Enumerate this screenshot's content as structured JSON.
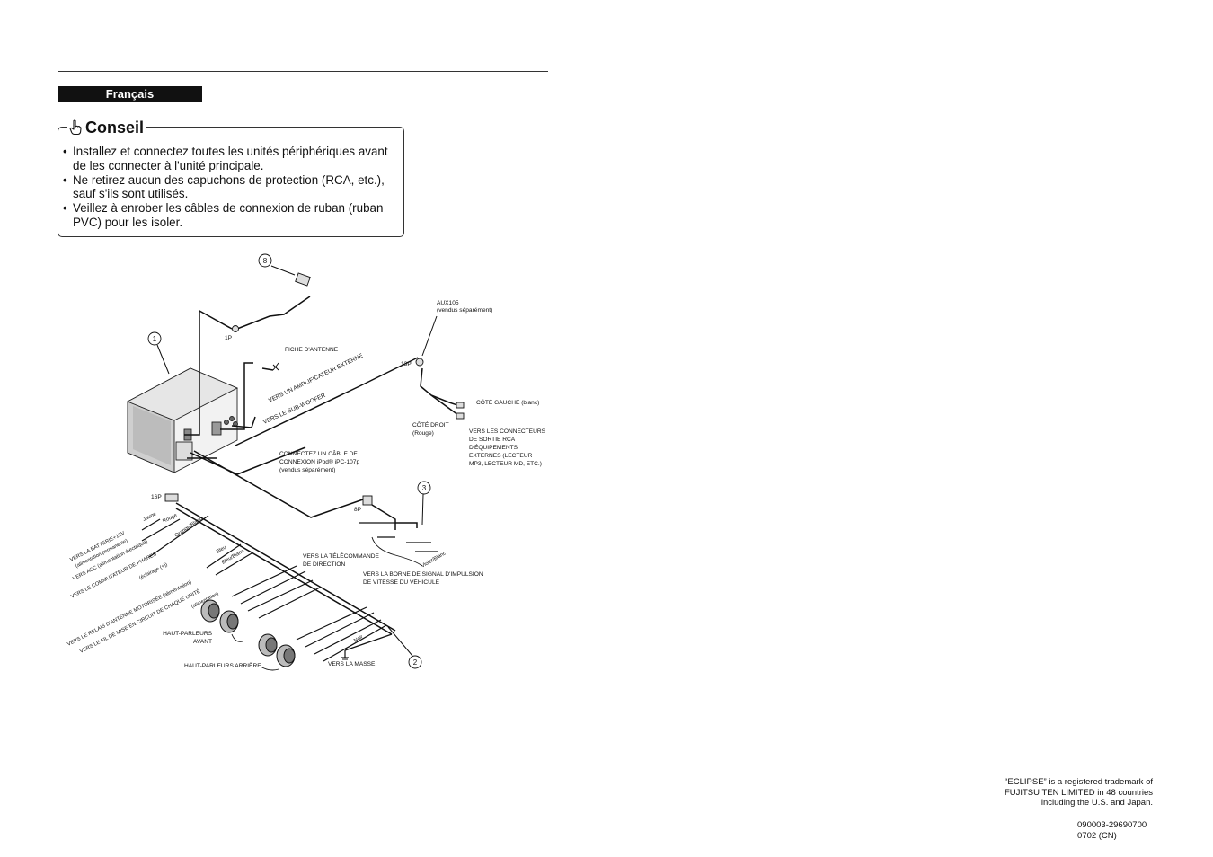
{
  "header": {
    "language": "Français"
  },
  "tip": {
    "title": "Conseil",
    "icon": "pointing-hand-icon",
    "items": [
      "Installez et connectez toutes les unités périphériques avant de les connecter à l'unité principale.",
      "Ne retirez aucun des capuchons de protection (RCA, etc.), sauf s'ils sont utilisés.",
      "Veillez à enrober les câbles de connexion de ruban (ruban PVC) pour les isoler."
    ]
  },
  "diagram": {
    "callouts": [
      "1",
      "2",
      "3",
      "8"
    ],
    "connectors": {
      "p1": "1P",
      "p13": "13P",
      "p16": "16P",
      "p8": "8P"
    },
    "labels": {
      "aux_model": "AUX105",
      "aux_sold": "(vendus séparément)",
      "antenna_plug": "FICHE D'ANTENNE",
      "ext_amp": "VERS UN AMPLIFICATEUR EXTERNE",
      "subwoofer": "VERS LE SUB-WOOFER",
      "left_side": "CÔTÉ GAUCHE (blanc)",
      "right_side_1": "CÔTÉ DROIT",
      "right_side_2": "(Rouge)",
      "rca_out_1": "VERS LES CONNECTEURS",
      "rca_out_2": "DE SORTIE RCA",
      "rca_out_3": "D'ÉQUIPEMENTS",
      "rca_out_4": "EXTERNES (LECTEUR",
      "rca_out_5": "MP3, LECTEUR MD, ETC.)",
      "ipod_1": "CONNECTEZ UN CÂBLE DE",
      "ipod_2": "CONNEXION iPod® iPC-107p",
      "ipod_3": "(vendus séparément)",
      "wire_yellow": "Jaune",
      "wire_red": "Rouge",
      "wire_orange": "Orange/Blanc",
      "wire_blue": "Bleu",
      "wire_blue_white": "Bleu/Blanc",
      "wire_violet": "Violet/Blanc",
      "wire_black": "Noir",
      "battery_1": "VERS LA BATTERIE+12V",
      "battery_2": "(alimentation permanente)",
      "acc": "VERS ACC (alimentation électrique)",
      "lights_1": "VERS LE COMMUTATEUR DE PHARES",
      "lights_2": "(éclairage (+))",
      "antenna_relay": "VERS LE RELAIS D'ANTENNE MOTORISÉE (alimentation)",
      "unit_power_1": "VERS LE FIL DE MISE EN CIRCUIT DE CHAQUE UNITÉ",
      "unit_power_2": "(alimentation)",
      "steering_1": "VERS LA TÉLÉCOMMANDE",
      "steering_2": "DE DIRECTION",
      "speed_1": "VERS LA BORNE DE SIGNAL D'IMPULSION",
      "speed_2": "DE VITESSE DU VÉHICULE",
      "front_speakers_1": "HAUT-PARLEURS",
      "front_speakers_2": "AVANT",
      "rear_speakers": "HAUT-PARLEURS ARRIÈRE",
      "ground": "VERS LA MASSE"
    }
  },
  "footer": {
    "trademark": [
      "“ECLIPSE” is a registered trademark of",
      "FUJITSU TEN LIMITED in 48 countries",
      "including the U.S. and Japan."
    ],
    "code": [
      "090003-29690700",
      "0702 (CN)"
    ]
  }
}
